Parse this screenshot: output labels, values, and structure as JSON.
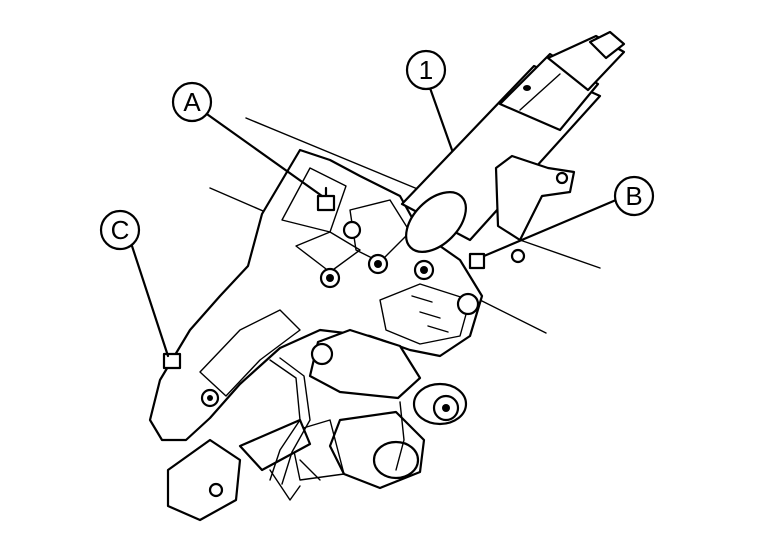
{
  "callouts": [
    {
      "id": "1",
      "label": "1"
    },
    {
      "id": "A",
      "label": "A"
    },
    {
      "id": "B",
      "label": "B"
    },
    {
      "id": "C",
      "label": "C"
    }
  ],
  "colors": {
    "line": "#000000",
    "background": "#ffffff"
  }
}
